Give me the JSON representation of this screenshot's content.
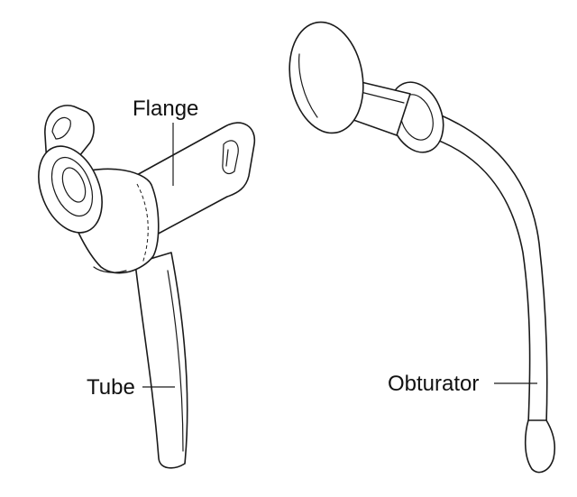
{
  "labels": {
    "flange": "Flange",
    "tube": "Tube",
    "obturator": "Obturator"
  },
  "colors": {
    "line": "#1a1a1a",
    "background": "#ffffff"
  }
}
